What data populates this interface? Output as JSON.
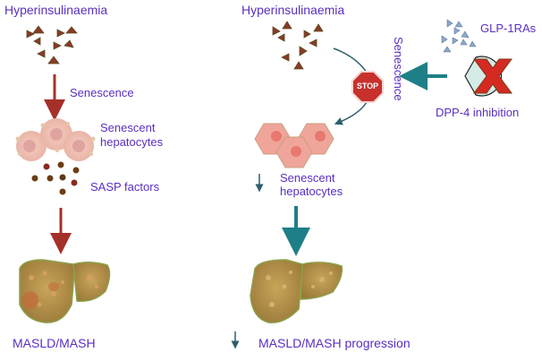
{
  "left_panel": {
    "title": "Hyperinsulinaemia",
    "step1": "Senescence",
    "step2_line1": "Senescent",
    "step2_line2": "hepatocytes",
    "step3": "SASP factors",
    "outcome": "MASLD/MASH"
  },
  "right_panel": {
    "title": "Hyperinsulinaemia",
    "stop_sign": "STOP",
    "vertical_label": "Senescence",
    "drug1": "GLP-1RAs",
    "drug2": "DPP-4 inhibition",
    "cells_line1": "Senescent",
    "cells_line2": "hepatocytes",
    "outcome": "MASLD/MASH progression"
  },
  "colors": {
    "text": "#5a2fc2",
    "left_arrow": "#a5302a",
    "right_arrow": "#1f7f86",
    "stop": "#c8302c",
    "cross": "#d42a22"
  }
}
